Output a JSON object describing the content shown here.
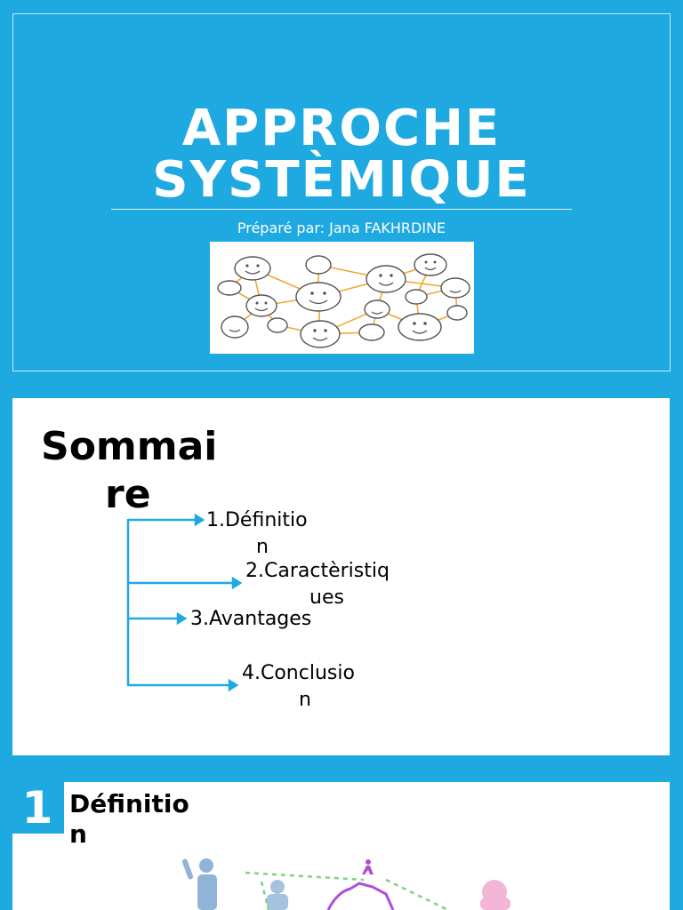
{
  "slide1": {
    "title_line1": "APPROCHE",
    "title_line2": "SYSTÈMIQUE",
    "subtitle": "Préparé par: Jana FAKHRDINE"
  },
  "slide2": {
    "title_line1": "Sommai",
    "title_line2": "re",
    "items": [
      {
        "line1": "1.Définitio",
        "line2": "n"
      },
      {
        "line1": "2.Caractèristiq",
        "line2": "ues"
      },
      {
        "line1": "3.Avantages",
        "line2": ""
      },
      {
        "line1": "4.Conclusio",
        "line2": "n"
      }
    ]
  },
  "slide3": {
    "number": "1",
    "title_line1": "Définitio",
    "title_line2": "n"
  },
  "colors": {
    "background": "#1fa9e1",
    "slide": "#ffffff",
    "accent": "#1fa9e1",
    "network_lines": "#f0a830"
  },
  "icons": [
    "people-network-image",
    "connector-arrow-icon",
    "person-figure-icon",
    "gear-network-image"
  ]
}
